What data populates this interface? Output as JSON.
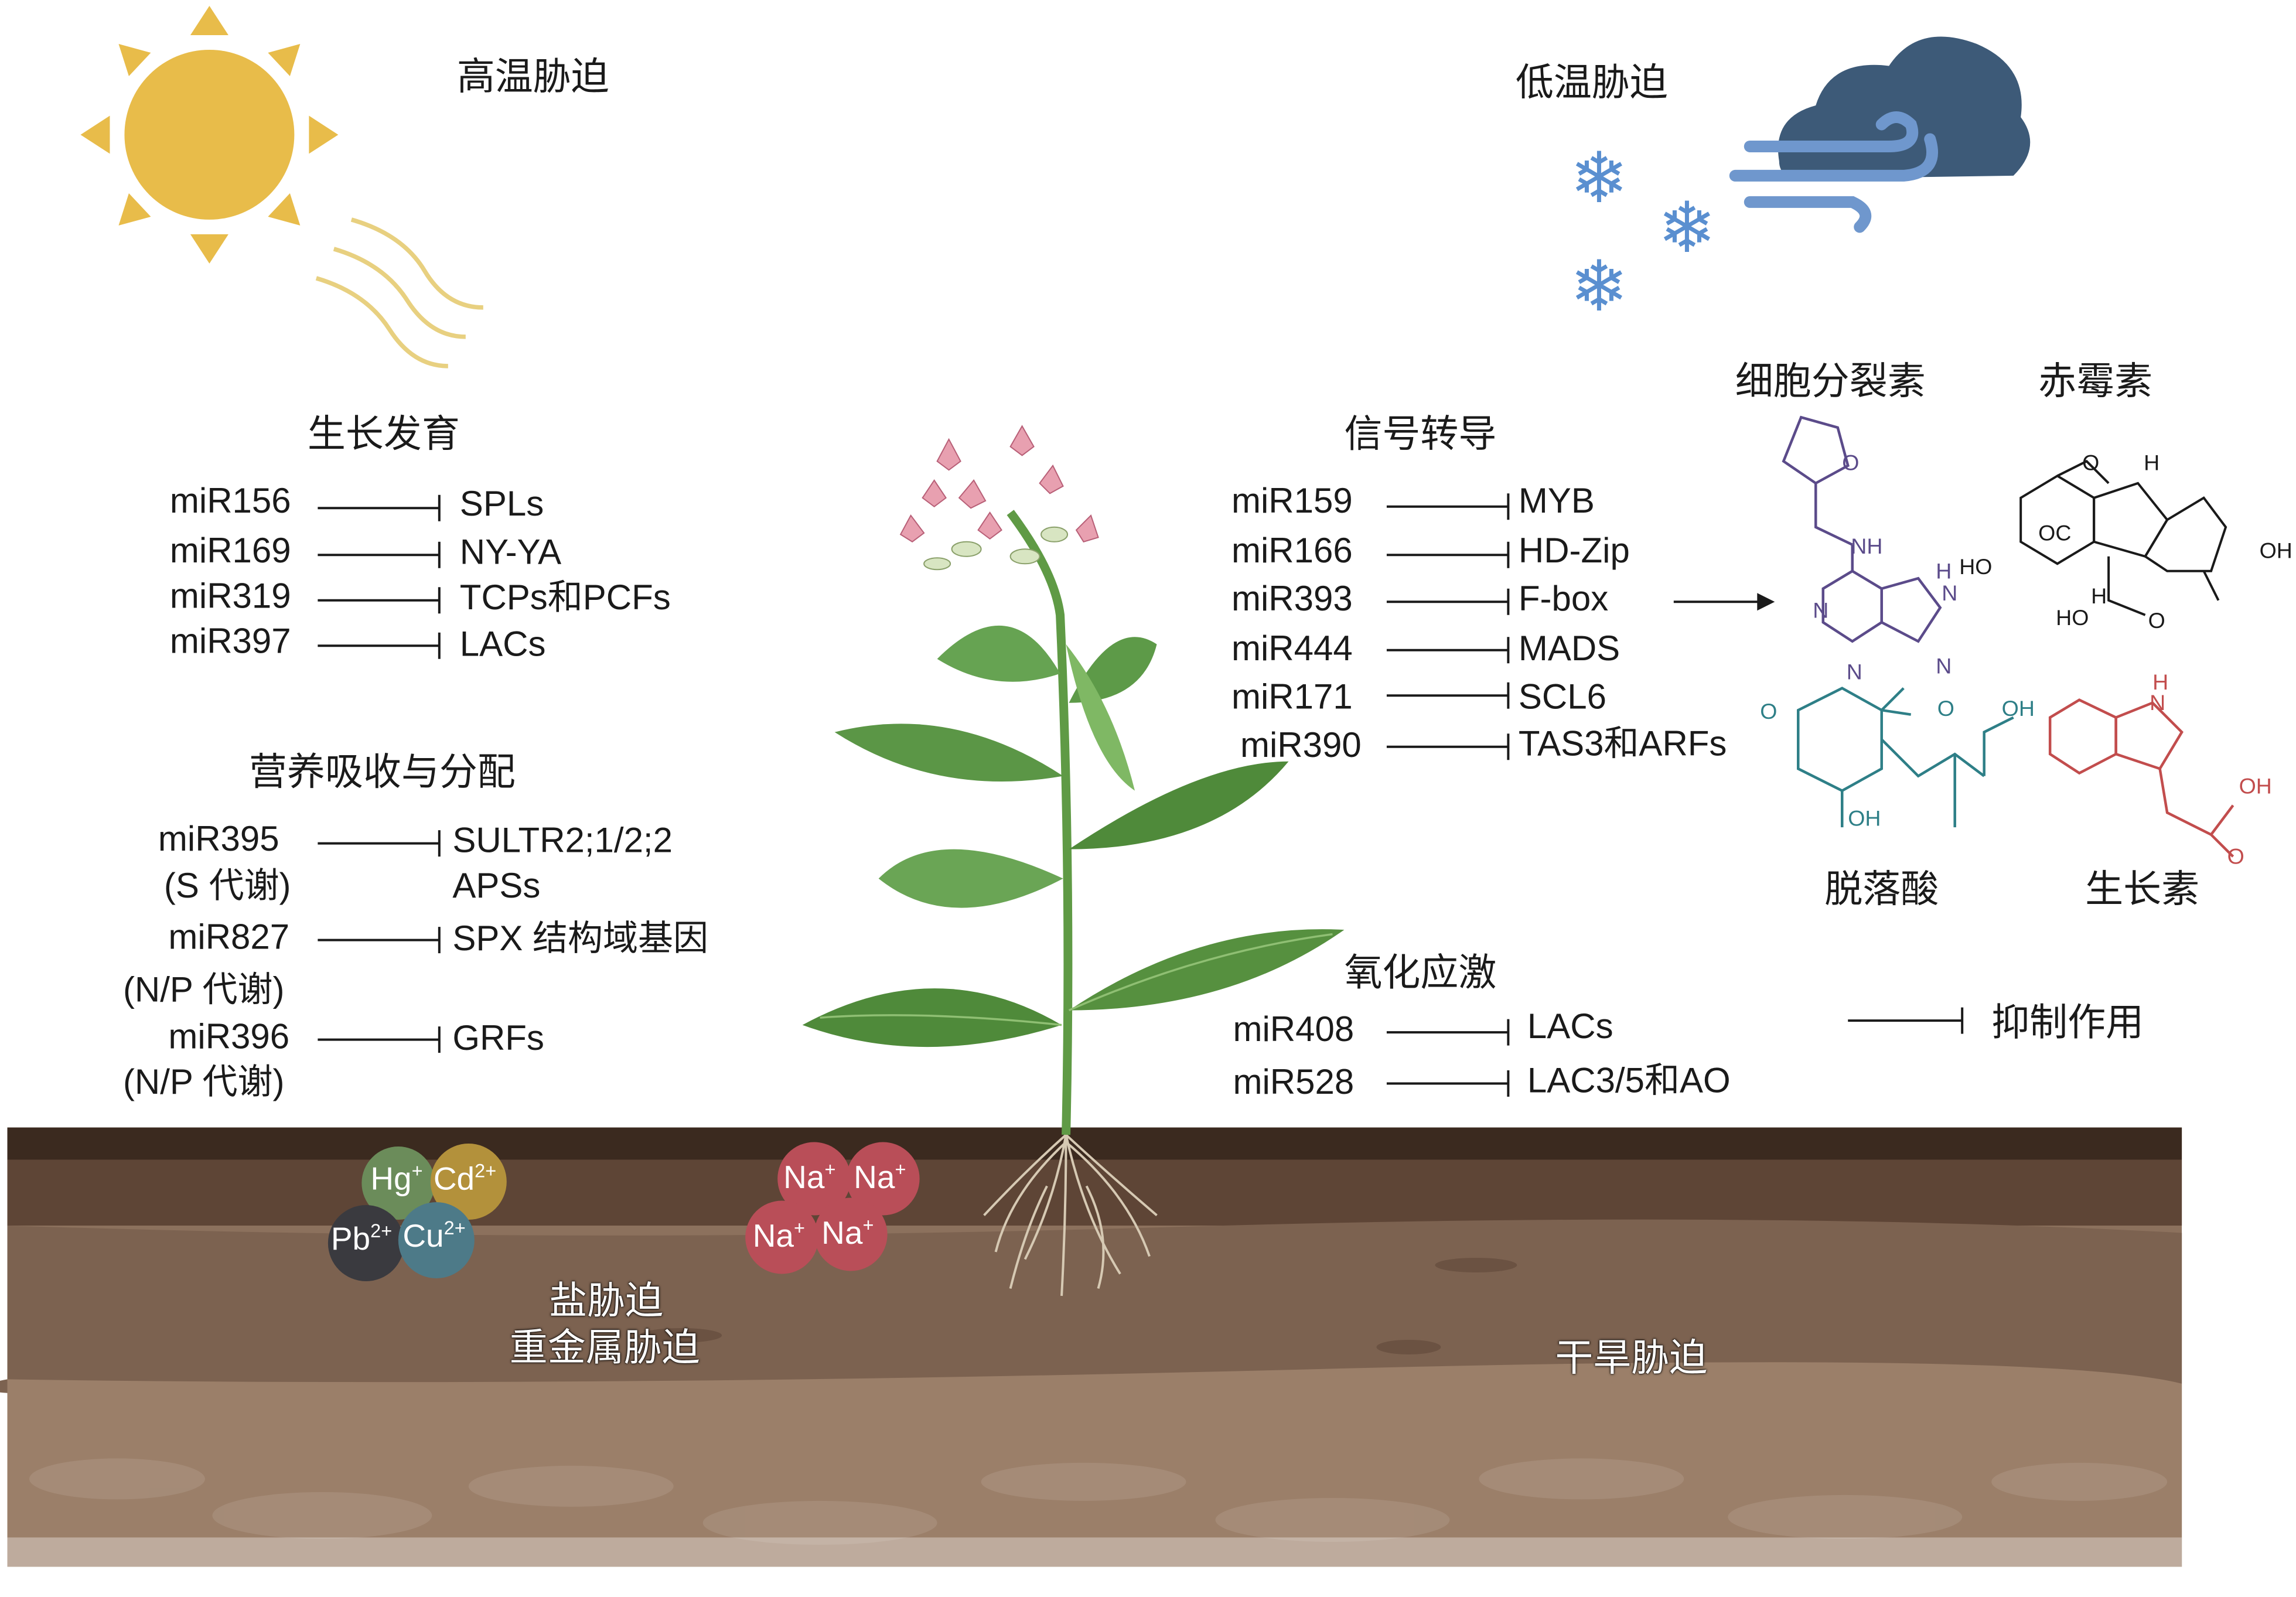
{
  "stresses": {
    "heat": "高温胁迫",
    "cold": "低温胁迫",
    "salt": "盐胁迫",
    "heavy_metal": "重金属胁迫",
    "drought": "干旱胁迫"
  },
  "growth": {
    "title": "生长发育",
    "pairs": [
      {
        "mir": "miR156",
        "target": "SPLs"
      },
      {
        "mir": "miR169",
        "target": "NY-YA"
      },
      {
        "mir": "miR319",
        "target": "TCPs和PCFs"
      },
      {
        "mir": "miR397",
        "target": "LACs"
      }
    ]
  },
  "nutrition": {
    "title": "营养吸收与分配",
    "pairs": [
      {
        "mir": "miR395",
        "note": "(S 代谢)",
        "target": "SULTR2;1/2;2",
        "target2": "APSs"
      },
      {
        "mir": "miR827",
        "note": "(N/P 代谢)",
        "target": "SPX 结构域基因"
      },
      {
        "mir": "miR396",
        "note": "(N/P 代谢)",
        "target": "GRFs"
      }
    ]
  },
  "signal": {
    "title": "信号转导",
    "pairs": [
      {
        "mir": "miR159",
        "target": "MYB"
      },
      {
        "mir": "miR166",
        "target": "HD-Zip"
      },
      {
        "mir": "miR393",
        "target": "F-box"
      },
      {
        "mir": "miR444",
        "target": "MADS"
      },
      {
        "mir": "miR171",
        "target": "SCL6"
      },
      {
        "mir": "miR390",
        "target": "TAS3和ARFs"
      }
    ]
  },
  "oxidative": {
    "title": "氧化应激",
    "pairs": [
      {
        "mir": "miR408",
        "target": "LACs"
      },
      {
        "mir": "miR528",
        "target": "LAC3/5和AO"
      }
    ]
  },
  "hormones": {
    "cytokinin": "细胞分裂素",
    "gibberellin": "赤霉素",
    "abscisic_acid": "脱落酸",
    "auxin": "生长素"
  },
  "legend": {
    "inhibition": "抑制作用"
  },
  "metal_ions": [
    {
      "base": "Hg",
      "charge": "+",
      "color": "#6b8c5a"
    },
    {
      "base": "Cd",
      "charge": "2+",
      "color": "#b3913b"
    },
    {
      "base": "Pb",
      "charge": "2+",
      "color": "#3a3a3f"
    },
    {
      "base": "Cu",
      "charge": "2+",
      "color": "#4d7a88"
    }
  ],
  "sodium_ions": [
    {
      "base": "Na",
      "charge": "+",
      "color": "#b94e58"
    },
    {
      "base": "Na",
      "charge": "+",
      "color": "#b94e58"
    },
    {
      "base": "Na",
      "charge": "+",
      "color": "#b94e58"
    },
    {
      "base": "Na",
      "charge": "+",
      "color": "#b94e58"
    }
  ],
  "chem_labels": {
    "o": "O",
    "nh": "NH",
    "n": "N",
    "h": "H",
    "oh": "OH",
    "ho": "HO",
    "oc": "OC"
  },
  "colors": {
    "sun": "#e8bc4a",
    "cloud": "#3d5a78",
    "wind": "#6f97cd",
    "snow": "#5a8fd0",
    "leaf": "#4f8a3a",
    "soil_top": "#4a3526",
    "soil_mid": "#6e5646",
    "soil_low": "#8a6f5b"
  }
}
